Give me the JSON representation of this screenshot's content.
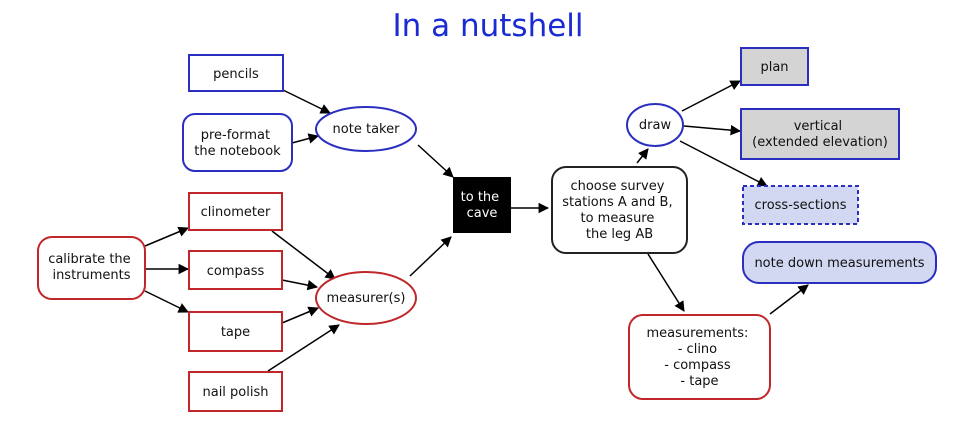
{
  "title": "In a nutshell",
  "nodes": {
    "pencils": [
      "pencils"
    ],
    "preformat": [
      "pre-format",
      "the notebook"
    ],
    "note_taker": [
      "note taker"
    ],
    "clinometer": [
      "clinometer"
    ],
    "calibrate": [
      "calibrate the",
      "instruments"
    ],
    "compass": [
      "compass"
    ],
    "tape": [
      "tape"
    ],
    "nail_polish": [
      "nail polish"
    ],
    "measurers": [
      "measurer(s)"
    ],
    "cave": [
      "to the",
      "cave"
    ],
    "choose": [
      "choose survey",
      "stations A and B,",
      "to measure",
      "the leg AB"
    ],
    "draw": [
      "draw"
    ],
    "plan": [
      "plan"
    ],
    "vertical": [
      "vertical",
      "(extended elevation)"
    ],
    "cross_sections": [
      "cross-sections"
    ],
    "note_down": [
      "note down measurements"
    ],
    "measurements": [
      "measurements:",
      "- clino",
      "- compass",
      "- tape"
    ]
  },
  "colors": {
    "title": "#1a2bd1",
    "blue_stroke": "#2a2fbf",
    "red_stroke": "#c0262a",
    "black_fill": "#000000",
    "grey_fill": "#d4d4d4",
    "blue_fill": "#d2d8f2"
  }
}
